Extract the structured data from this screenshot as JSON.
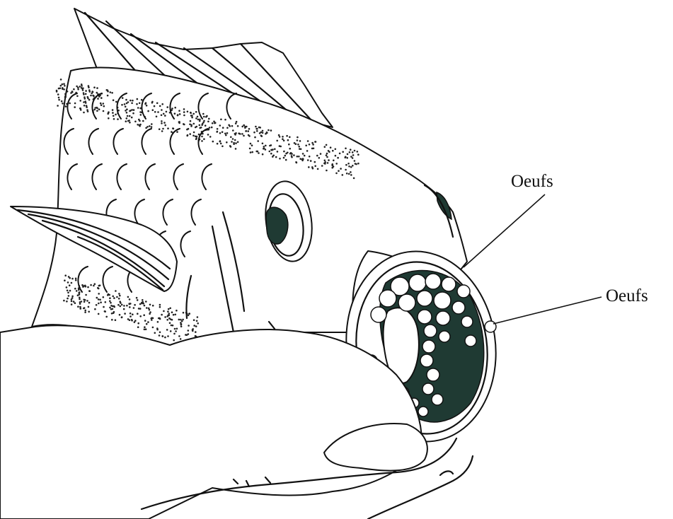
{
  "figure": {
    "labels": [
      {
        "id": "eggs-upper",
        "text": "Oeufs"
      },
      {
        "id": "eggs-right",
        "text": "Oeufs"
      }
    ],
    "colors": {
      "ink": "#111111",
      "mouth_interior": "#1f3a33",
      "background": "#ffffff"
    }
  }
}
